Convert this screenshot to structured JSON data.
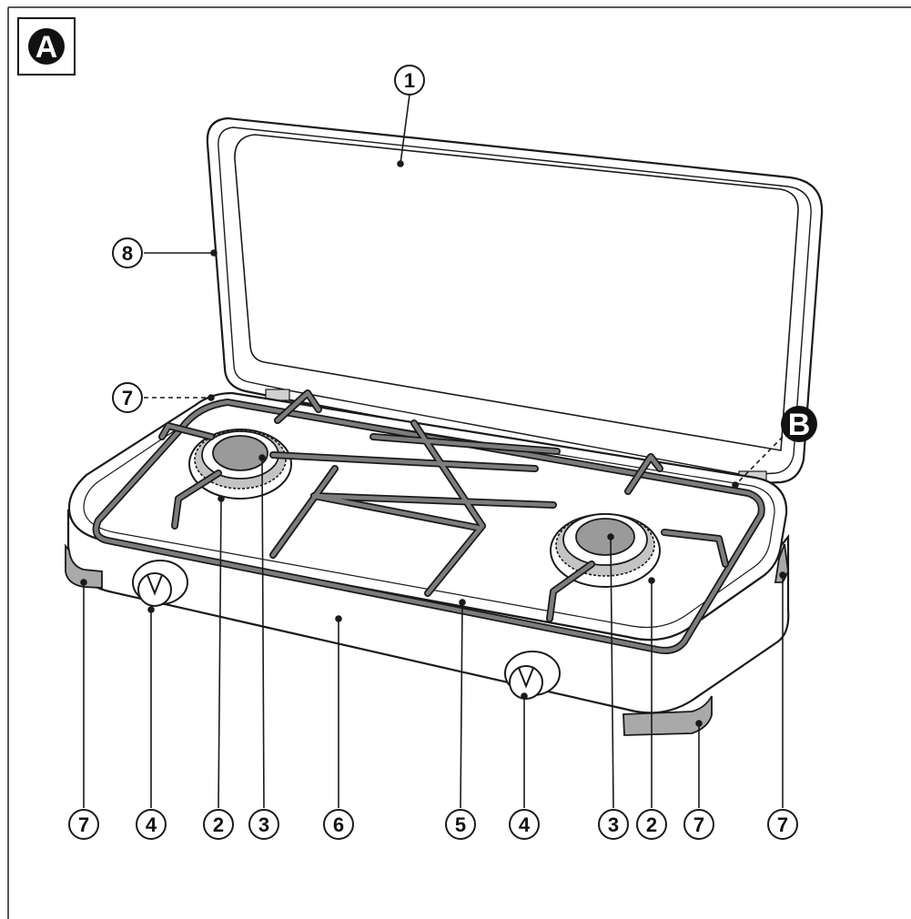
{
  "figure": {
    "label_A": "A",
    "label_B": "B"
  },
  "callouts": {
    "c1": "1",
    "c8": "8",
    "c7_top": "7",
    "bottom": [
      "7",
      "4",
      "2",
      "3",
      "6",
      "5",
      "4",
      "3",
      "2",
      "7",
      "7"
    ]
  },
  "colors": {
    "line": "#1a1a1a",
    "grate": "#7d7d7d",
    "burner_cap": "#9a9a9a",
    "burner_ring": "#c4c4c4",
    "feet": "#a9a9a9",
    "badge": "#111111"
  }
}
